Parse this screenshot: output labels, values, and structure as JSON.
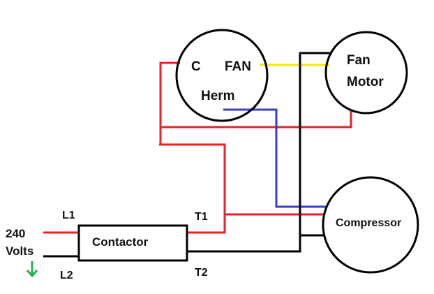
{
  "colors": {
    "line_hot": "#e8202a",
    "neutral": "#000000",
    "fan_wire": "#f5e616",
    "herm_wire": "#3a3acc",
    "arrow": "#22b14c"
  },
  "source": {
    "voltage": "240",
    "unit": "Volts",
    "arrow_icon": "arrow-down"
  },
  "contactor": {
    "label": "Contactor",
    "l1": "L1",
    "l2": "L2",
    "t1": "T1",
    "t2": "T2"
  },
  "capacitor": {
    "c": "C",
    "fan": "FAN",
    "herm": "Herm"
  },
  "fan_motor": {
    "line1": "Fan",
    "line2": "Motor"
  },
  "compressor": {
    "label": "Compressor"
  }
}
